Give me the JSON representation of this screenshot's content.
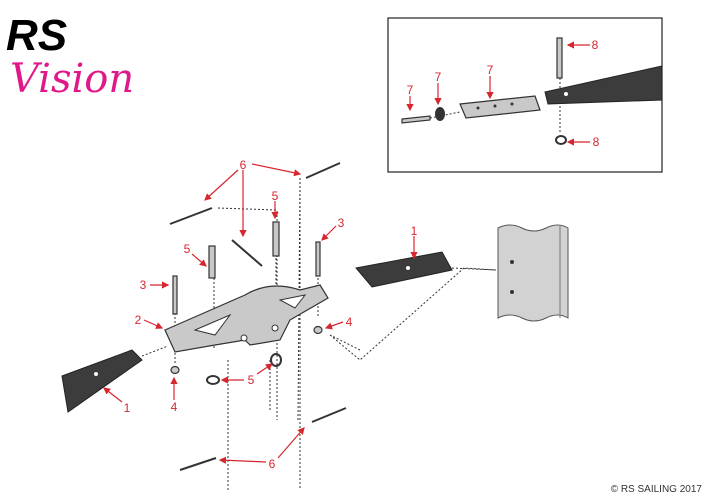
{
  "logo": {
    "primary": "RS",
    "secondary": "Vision",
    "primary_color": "#000000",
    "secondary_color": "#e0198a"
  },
  "copyright": "© RS SAILING 2017",
  "inset": {
    "callouts": [
      "8",
      "7",
      "7",
      "7",
      "8"
    ]
  },
  "main": {
    "callouts": [
      "6",
      "5",
      "5",
      "3",
      "3",
      "1",
      "2",
      "4",
      "5",
      "4",
      "1",
      "6"
    ]
  },
  "colors": {
    "callout": "#d7262e",
    "part_dark": "#3c3c3c",
    "part_light": "#c9c9c9"
  }
}
